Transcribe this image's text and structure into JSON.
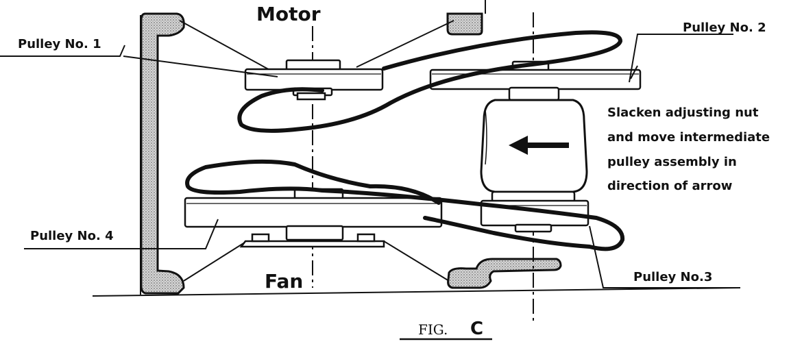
{
  "labels": {
    "motor": "Motor",
    "fan": "Fan",
    "pulley1": "Pulley  No. 1",
    "pulley2": "Pulley  No. 2",
    "pulley3": "Pulley  No.3",
    "pulley4": "Pulley  No. 4"
  },
  "instruction": {
    "line1": "Slacken  adjusting  nut",
    "line2": "and  move  intermediate",
    "line3": "pulley  assembly   in",
    "line4": "direction  of  arrow"
  },
  "figure": {
    "prefix": "FIG.",
    "letter": "C"
  },
  "colors": {
    "ink": "#111111",
    "stipple": "#bdbdbd"
  }
}
